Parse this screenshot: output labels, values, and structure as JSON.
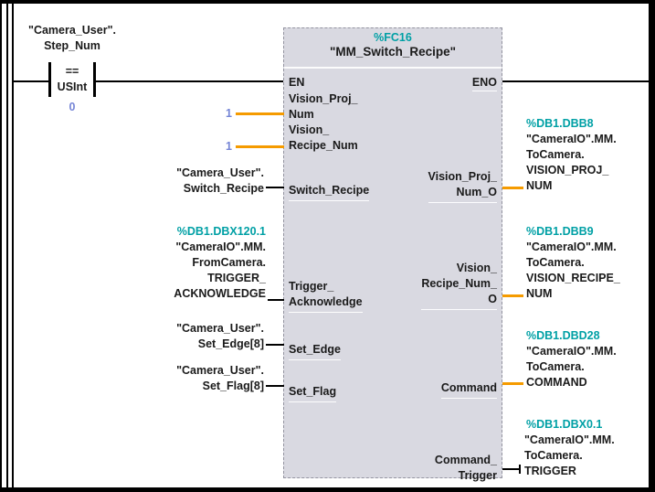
{
  "colors": {
    "address_teal": "#00A0A5",
    "constant_blue": "#7585D6",
    "wire_orange": "#F59B00",
    "block_fill": "#D9D9E1"
  },
  "contact": {
    "operand": "\"Camera_User\".\nStep_Num",
    "operator": "==",
    "data_type": "USInt",
    "compare_value": "0"
  },
  "block": {
    "address": "%FC16",
    "title": "\"MM_Switch_Recipe\"",
    "en_label": "EN",
    "eno_label": "ENO",
    "inputs": [
      {
        "param": "Vision_Proj_\nNum",
        "value": "1"
      },
      {
        "param": "Vision_\nRecipe_Num",
        "value": "1"
      },
      {
        "param": "Switch_Recipe",
        "operand": "\"Camera_User\".\nSwitch_Recipe"
      },
      {
        "param": "Trigger_\nAcknowledge",
        "address": "%DB1.DBX120.1",
        "operand": "\"CameraIO\".MM.\nFromCamera.\nTRIGGER_\nACKNOWLEDGE"
      },
      {
        "param": "Set_Edge",
        "operand": "\"Camera_User\".\nSet_Edge[8]"
      },
      {
        "param": "Set_Flag",
        "operand": "\"Camera_User\".\nSet_Flag[8]"
      }
    ],
    "outputs": [
      {
        "param": "Vision_Proj_\nNum_O",
        "address": "%DB1.DBB8",
        "operand": "\"CameraIO\".MM.\nToCamera.\nVISION_PROJ_\nNUM"
      },
      {
        "param": "Vision_\nRecipe_Num_\nO",
        "address": "%DB1.DBB9",
        "operand": "\"CameraIO\".MM.\nToCamera.\nVISION_RECIPE_\nNUM"
      },
      {
        "param": "Command",
        "address": "%DB1.DBD28",
        "operand": "\"CameraIO\".MM.\nToCamera.\nCOMMAND"
      },
      {
        "param": "Command_\nTrigger",
        "address": "%DB1.DBX0.1",
        "operand": "\"CameraIO\".MM.\nToCamera.\nTRIGGER"
      }
    ]
  }
}
